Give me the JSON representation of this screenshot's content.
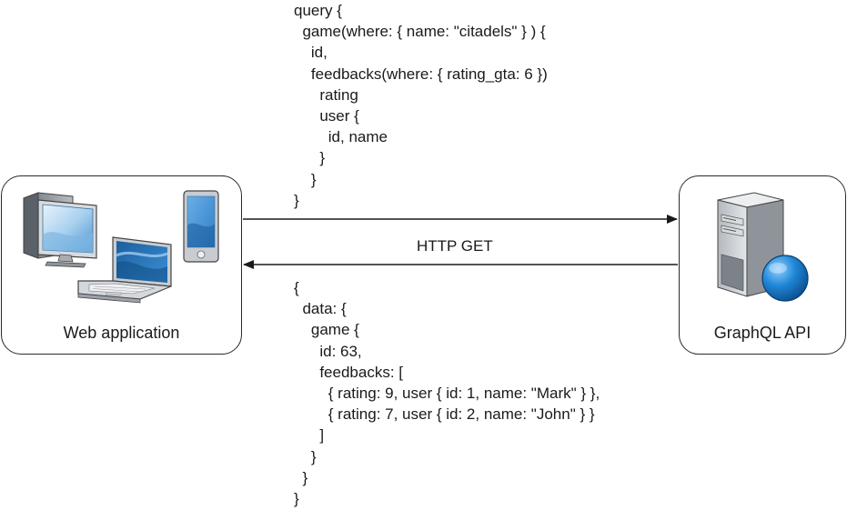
{
  "client": {
    "label": "Web application",
    "icons": [
      "desktop-computer-icon",
      "tablet-icon",
      "laptop-icon"
    ]
  },
  "server": {
    "label": "GraphQL API",
    "icons": [
      "server-tower-icon",
      "globe-icon"
    ]
  },
  "request": {
    "method_label": "HTTP GET",
    "code": "query {\n  game(where: { name: \"citadels\" } ) {\n    id,\n    feedbacks(where: { rating_gta: 6 })\n      rating\n      user {\n        id, name\n      }\n    }\n}"
  },
  "response": {
    "code": "{\n  data: {\n    game {\n      id: 63,\n      feedbacks: [\n        { rating: 9, user { id: 1, name: \"Mark\" } },\n        { rating: 7, user { id: 2, name: \"John\" } }\n      ]\n    }\n  }\n}"
  },
  "colors": {
    "stroke": "#2a2a2a",
    "screen_blue": "#2f7fc8",
    "globe_blue": "#1f86d6",
    "server_gray": "#9a9ea6"
  }
}
